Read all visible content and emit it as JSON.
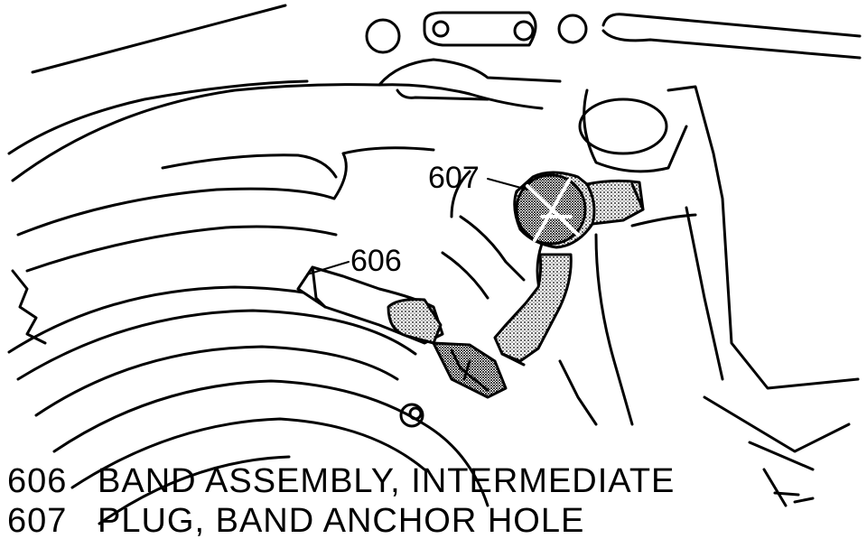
{
  "callouts": {
    "c606": "606",
    "c607": "607"
  },
  "legend": [
    {
      "number": "606",
      "description": "BAND ASSEMBLY, INTERMEDIATE"
    },
    {
      "number": "607",
      "description": "PLUG, BAND ANCHOR HOLE"
    }
  ],
  "colors": {
    "ink": "#000000",
    "paper": "#ffffff"
  }
}
